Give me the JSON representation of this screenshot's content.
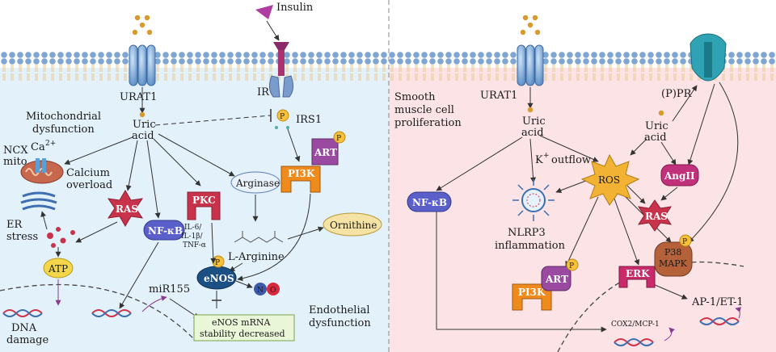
{
  "left": {
    "insulin": "Insulin",
    "urat1": "URAT1",
    "ir": "IR",
    "irs1": "IRS1",
    "uric_acid": [
      "Uric",
      "acid"
    ],
    "mito_dysfunction": [
      "Mitochondrial",
      "dysfunction"
    ],
    "ncx": "NCX",
    "ca": "Ca",
    "ca_sup": "2+",
    "mito": "mito",
    "calcium_overload": [
      "Calcium",
      "overload"
    ],
    "er_stress": [
      "ER",
      "stress"
    ],
    "ras": "RAS",
    "nfkb": "NF-κB",
    "pkc": "PKC",
    "arginase": "Arginase",
    "pi3k": "PI3K",
    "art": "ART",
    "p_badge": "P",
    "ornithine": "Ornithine",
    "cytokines": [
      "IL-6/",
      "IL-1β/",
      "TNF-α"
    ],
    "l_arginine": "L-Arginine",
    "enos": "eNOS",
    "no": [
      "N",
      "O"
    ],
    "atp": "ATP",
    "mir155": "miR155",
    "enos_mrna": [
      "eNOS mRNA",
      "stability decreased"
    ],
    "endothelial": [
      "Endothelial",
      "dysfunction"
    ],
    "dna_damage": [
      "DNA",
      "damage"
    ]
  },
  "right": {
    "smooth_muscle": [
      "Smooth",
      "muscle cell",
      "proliferation"
    ],
    "urat1": "URAT1",
    "ppr": "(P)PR",
    "uric_acid_1": [
      "Uric",
      "acid"
    ],
    "uric_acid_2": [
      "Uric",
      "acid"
    ],
    "k_outflow": "outflow",
    "k_label": "K",
    "k_sup": "+",
    "ros": "ROS",
    "angii": "AngII",
    "nfkb": "NF-κB",
    "ras": "RAS",
    "nlrp3": [
      "NLRP3",
      "inflammation"
    ],
    "p38": [
      "P38",
      "MAPK"
    ],
    "erk": "ERK",
    "art": "ART",
    "pi3k": "PI3K",
    "p_badge": "P",
    "ap1": "AP-1/ET-1",
    "cox2": "COX2/MCP-1"
  },
  "colors": {
    "left_bg": "#e3f1fb",
    "right_bg": "#fbe3e6",
    "membrane_head": "#7fa6d2",
    "pkc_ras_red": "#c8334b",
    "nfkb_blue": "#5b5fc9",
    "pi3k_orange": "#ef8b1c",
    "art_purple": "#9a4aa0",
    "enos_blue": "#1c4f84",
    "ros_gold": "#f2b233",
    "angii_pink": "#c1307a",
    "erk_pink": "#c92a6a",
    "p38_brown": "#b5623a",
    "phospho_yellow": "#f6c23c",
    "atp_yellow": "#f4d64a"
  }
}
